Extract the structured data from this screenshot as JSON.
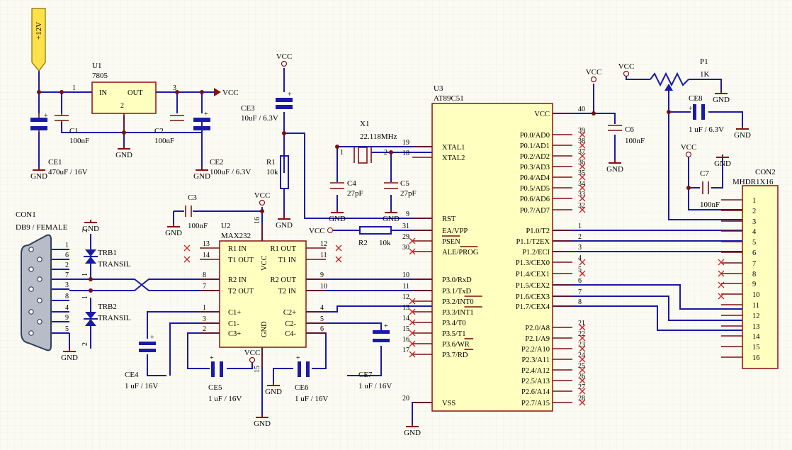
{
  "power": {
    "rail": "+12V",
    "vcc": "VCC",
    "gnd": "GND"
  },
  "u1": {
    "ref": "U1",
    "value": "7805",
    "in": "IN",
    "out": "OUT",
    "pin1": "1",
    "pin2": "2",
    "pin3": "3"
  },
  "caps": {
    "ce1": {
      "ref": "CE1",
      "value": "470uF / 16V"
    },
    "c1": {
      "ref": "C1",
      "value": "100nF"
    },
    "c2": {
      "ref": "C2",
      "value": "100nF"
    },
    "ce2": {
      "ref": "CE2",
      "value": "100uF / 6.3V"
    },
    "ce3": {
      "ref": "CE3",
      "value": "10uF / 6.3V"
    },
    "c3": {
      "ref": "C3",
      "value": "100nF"
    },
    "c4": {
      "ref": "C4",
      "value": "27pF"
    },
    "c5": {
      "ref": "C5",
      "value": "27pF"
    },
    "c6": {
      "ref": "C6",
      "value": "100nF"
    },
    "c7": {
      "ref": "C7",
      "value": "100nF"
    },
    "ce4": {
      "ref": "CE4",
      "value": "1 uF / 16V"
    },
    "ce5": {
      "ref": "CE5",
      "value": "1 uF / 16V"
    },
    "ce6": {
      "ref": "CE6",
      "value": "1 uF / 16V"
    },
    "ce7": {
      "ref": "CE7",
      "value": "1 uF / 16V"
    },
    "ce8": {
      "ref": "CE8",
      "value": "1 uF / 6.3V"
    }
  },
  "r1": {
    "ref": "R1",
    "value": "10k"
  },
  "r2": {
    "ref": "R2",
    "value": "10k"
  },
  "p1": {
    "ref": "P1",
    "value": "1K"
  },
  "x1": {
    "ref": "X1",
    "value": "22.118MHz",
    "pin1": "1",
    "pin2": "2"
  },
  "con1": {
    "ref": "CON1",
    "value": "DB9 / FEMALE",
    "pins": [
      "1",
      "6",
      "2",
      "7",
      "3",
      "8",
      "4",
      "9",
      "5"
    ]
  },
  "trb1": {
    "ref": "TRB1",
    "value": "TRANSIL",
    "p1": "1",
    "p2": "2"
  },
  "trb2": {
    "ref": "TRB2",
    "value": "TRANSIL",
    "p1": "1",
    "p2": "2"
  },
  "u2": {
    "ref": "U2",
    "value": "MAX232",
    "vcc_label": "VCC",
    "gnd_label": "GND",
    "pin16": "16",
    "pin15": "15",
    "left": [
      {
        "num": "13",
        "label": "R1 IN"
      },
      {
        "num": "14",
        "label": "T1 OUT"
      },
      {
        "num": "8",
        "label": "R2 IN"
      },
      {
        "num": "7",
        "label": "T2 OUT"
      },
      {
        "num": "1",
        "label": "C1+"
      },
      {
        "num": "3",
        "label": "C1-"
      },
      {
        "num": "2",
        "label": "C3+"
      }
    ],
    "right": [
      {
        "num": "12",
        "label": "R1 OUT"
      },
      {
        "num": "11",
        "label": "T1 IN"
      },
      {
        "num": "9",
        "label": "R2 OUT"
      },
      {
        "num": "10",
        "label": "T2 IN"
      },
      {
        "num": "4",
        "label": "C2+"
      },
      {
        "num": "5",
        "label": "C2-"
      },
      {
        "num": "6",
        "label": "C4-"
      }
    ]
  },
  "u3": {
    "ref": "U3",
    "value": "AT89C51",
    "left": [
      {
        "num": "19",
        "label": "XTAL1"
      },
      {
        "num": "18",
        "label": "XTAL2"
      },
      {
        "num": "9",
        "label": "RST"
      },
      {
        "num": "31",
        "label": "EA/VPP"
      },
      {
        "num": "29",
        "label": "PSEN"
      },
      {
        "num": "30",
        "label": "ALE/PROG"
      },
      {
        "num": "10",
        "label": "P3.0/RxD"
      },
      {
        "num": "11",
        "label": "P3.1/TxD"
      },
      {
        "num": "12",
        "label": "P3.2/INT0"
      },
      {
        "num": "13",
        "label": "P3.3/INT1"
      },
      {
        "num": "14",
        "label": "P3.4/T0"
      },
      {
        "num": "15",
        "label": "P3.5/T1"
      },
      {
        "num": "16",
        "label": "P3.6/WR"
      },
      {
        "num": "17",
        "label": "P3.7/RD"
      },
      {
        "num": "20",
        "label": "VSS"
      }
    ],
    "right": [
      {
        "num": "40",
        "label": "VCC"
      },
      {
        "num": "39",
        "label": "P0.0/AD0"
      },
      {
        "num": "38",
        "label": "P0.1/AD1"
      },
      {
        "num": "37",
        "label": "P0.2/AD2"
      },
      {
        "num": "36",
        "label": "P0.3/AD3"
      },
      {
        "num": "35",
        "label": "P0.4/AD4"
      },
      {
        "num": "34",
        "label": "P0.5/AD5"
      },
      {
        "num": "33",
        "label": "P0.6/AD6"
      },
      {
        "num": "32",
        "label": "P0.7/AD7"
      },
      {
        "num": "1",
        "label": "P1.0/T2"
      },
      {
        "num": "2",
        "label": "P1.1/T2EX"
      },
      {
        "num": "3",
        "label": "P1.2/ECI"
      },
      {
        "num": "4",
        "label": "P1.3/CEX0"
      },
      {
        "num": "5",
        "label": "P1.4/CEX1"
      },
      {
        "num": "6",
        "label": "P1.5/CEX2"
      },
      {
        "num": "7",
        "label": "P1.6/CEX3"
      },
      {
        "num": "8",
        "label": "P1.7/CEX4"
      },
      {
        "num": "21",
        "label": "P2.0/A8"
      },
      {
        "num": "22",
        "label": "P2.1/A9"
      },
      {
        "num": "23",
        "label": "P2.2/A10"
      },
      {
        "num": "24",
        "label": "P2.3/A11"
      },
      {
        "num": "25",
        "label": "P2.4/A12"
      },
      {
        "num": "26",
        "label": "P2.5/A13"
      },
      {
        "num": "27",
        "label": "P2.6/A14"
      },
      {
        "num": "28",
        "label": "P2.7/A15"
      }
    ]
  },
  "con2": {
    "ref": "CON2",
    "value": "MHDR1X16",
    "pins": [
      "1",
      "2",
      "3",
      "4",
      "5",
      "6",
      "7",
      "8",
      "9",
      "10",
      "11",
      "12",
      "13",
      "14",
      "15",
      "16"
    ]
  }
}
